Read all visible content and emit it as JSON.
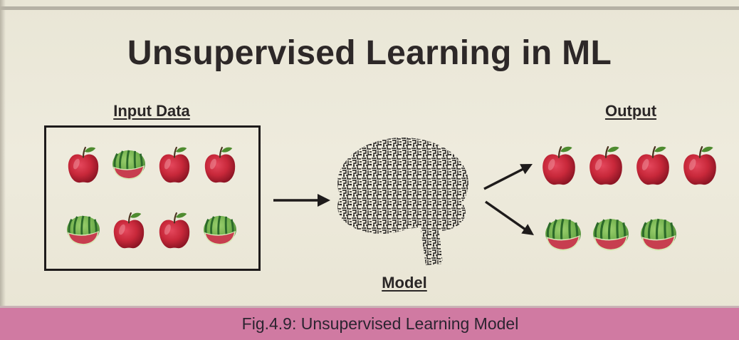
{
  "title": "Unsupervised Learning in ML",
  "input": {
    "label": "Input Data",
    "items": [
      "apple-icon",
      "watermelon-icon",
      "apple-icon",
      "apple-icon",
      "watermelon-icon",
      "apple-icon",
      "apple-icon",
      "watermelon-icon"
    ]
  },
  "model": {
    "label": "Model",
    "icon": "brain-circuit-icon"
  },
  "output": {
    "label": "Output",
    "clusters": [
      {
        "items": [
          "apple-icon",
          "apple-icon",
          "apple-icon",
          "apple-icon"
        ]
      },
      {
        "items": [
          "watermelon-icon",
          "watermelon-icon",
          "watermelon-icon"
        ]
      }
    ]
  },
  "arrows": [
    "arrow-right-icon",
    "arrow-up-right-icon",
    "arrow-down-right-icon"
  ],
  "caption": "Fig.4.9: Unsupervised Learning Model",
  "colors": {
    "background": "#ebe8da",
    "ink": "#2a2626",
    "caption_bar": "#d07aa2",
    "apple": "#c8283a",
    "watermelon_rind": "#6fae4b",
    "watermelon_stripe": "#2c6a2a",
    "watermelon_flesh": "#c73e4f"
  }
}
